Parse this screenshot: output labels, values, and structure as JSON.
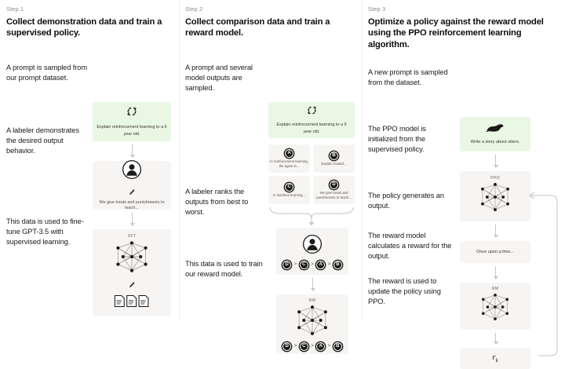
{
  "diagram": {
    "title": "RLHF three-step training diagram",
    "colors": {
      "green_box": "#e9f7e5",
      "gray_box": "#f6f5f3",
      "arrow": "#c9c6c2",
      "text": "#1d1a17"
    }
  },
  "step1": {
    "label": "Step 1",
    "title": "Collect demonstration data and train a supervised policy.",
    "captions": [
      "A prompt is sampled from our prompt dataset.",
      "A labeler demonstrates the desired output behavior.",
      "This data is used to fine-tune GPT-3.5 with supervised learning."
    ],
    "prompt_box": {
      "text": "Explain reinforcement learning to a 6 year old.",
      "icon": "circular-arrows-icon"
    },
    "labeler_box": {
      "text": "We give treats and punishments to teach...",
      "icon": "person-icon",
      "pencil": "pencil-icon"
    },
    "sft_box": {
      "title": "SFT",
      "icon": "neural-network-icon",
      "pencil": "pencil-icon",
      "docs": "documents-icon"
    }
  },
  "step2": {
    "label": "Step 2",
    "title": "Collect comparison data and train a reward model.",
    "captions": [
      "A prompt and several model outputs are sampled.",
      "A labeler ranks the outputs from best to worst.",
      "This data is used to train our reward model."
    ],
    "prompt_box": {
      "text": "Explain reinforcement learning to a 6 year old.",
      "icon": "circular-arrows-icon"
    },
    "outputs": [
      {
        "letter": "A",
        "text": "In reinforcement learning, the agent is..."
      },
      {
        "letter": "B",
        "text": "Explain reward..."
      },
      {
        "letter": "C",
        "text": "In machine learning..."
      },
      {
        "letter": "D",
        "text": "We give treats and punishments to teach..."
      }
    ],
    "ranking_box": {
      "icon": "person-icon",
      "ranking": [
        "D",
        "C",
        "A",
        "B"
      ],
      "separator": ">"
    },
    "rm_box": {
      "title": "RM",
      "icon": "neural-network-icon",
      "ranking": [
        "D",
        "C",
        "A",
        "B"
      ],
      "separator": ">"
    }
  },
  "step3": {
    "label": "Step 3",
    "title": "Optimize a policy against the reward model using the PPO reinforcement learning algorithm.",
    "captions": [
      "A new prompt is sampled from the dataset.",
      "The PPO model is initialized from the supervised policy.",
      "The policy generates an output.",
      "The reward model calculates a reward for the output.",
      "The reward is used to update the policy using PPO."
    ],
    "prompt_box": {
      "text": "Write a story about otters.",
      "icon": "otter-icon"
    },
    "ppo_box": {
      "title": "PPO",
      "icon": "neural-network-icon"
    },
    "output_box": {
      "text": "Once upon a time..."
    },
    "rm_box": {
      "title": "RM",
      "icon": "neural-network-icon"
    },
    "reward_box": {
      "symbol": "r",
      "subscript": "k"
    },
    "feedback_loop": "update-loop-arrow"
  }
}
